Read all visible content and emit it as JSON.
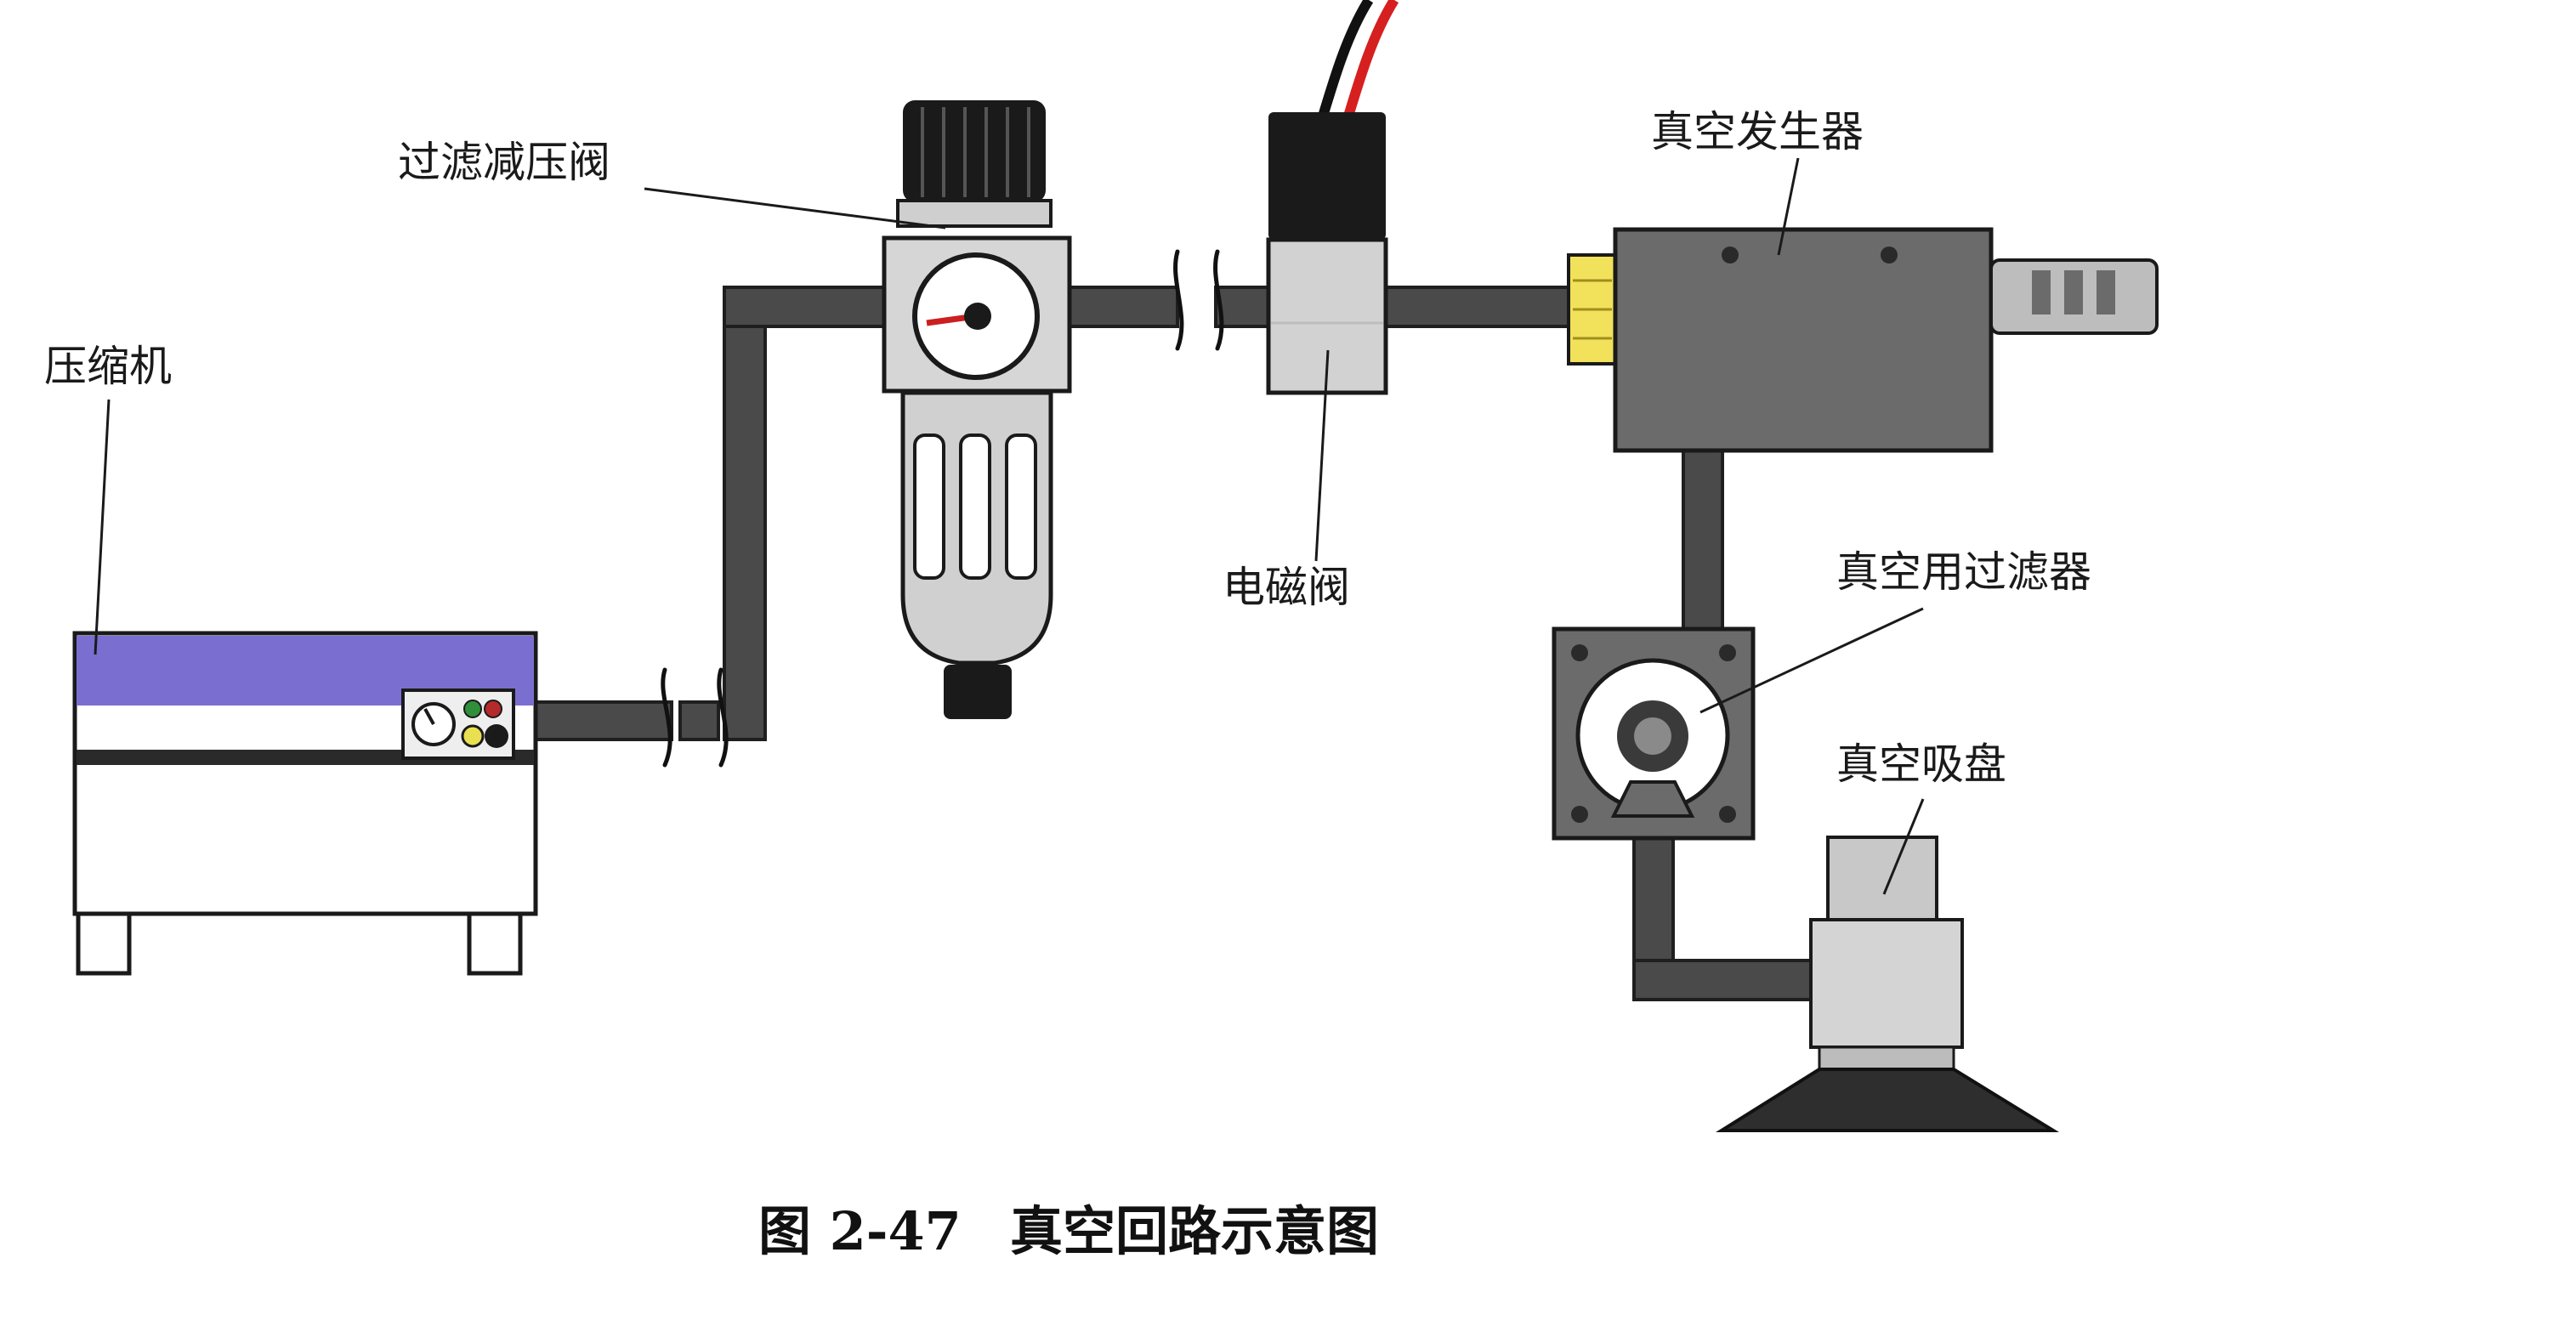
{
  "labels": {
    "compressor": "压缩机",
    "filter_regulator": "过滤减压阀",
    "solenoid_valve": "电磁阀",
    "vacuum_generator": "真空发生器",
    "vacuum_filter": "真空用过滤器",
    "suction_cup": "真空吸盘"
  },
  "caption": {
    "number": "图 2-47",
    "title": "真空回路示意图"
  },
  "colors": {
    "pipe": "#4a4a4a",
    "pipe_edge": "#222222",
    "device_gray": "#6b6b6b",
    "light_gray": "#d0d0d0",
    "compressor_band": "#7a6fd0",
    "gauge_needle": "#cc1f1f",
    "wire_red": "#d62020",
    "port_yellow": "#f2e15a",
    "indicator_green": "#2f8f3a",
    "indicator_red": "#b52a2a"
  }
}
